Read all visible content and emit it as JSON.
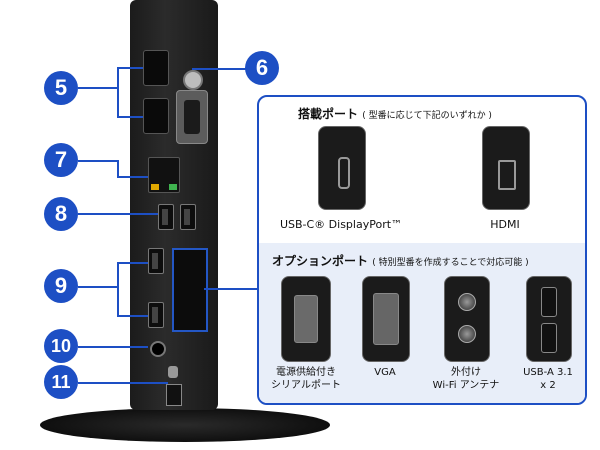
{
  "callouts": [
    "5",
    "6",
    "7",
    "8",
    "9",
    "10",
    "11"
  ],
  "panel": {
    "title_main": "搭載ポート",
    "title_note": "( 型番に応じて下記のいずれか )",
    "standard_ports": [
      "USB-C® DisplayPort™",
      "HDMI"
    ],
    "option_title_main": "オプションポート",
    "option_title_note": "( 特別型番を作成することで対応可能 )",
    "option_ports": [
      {
        "line1": "電源供給付き",
        "line2": "シリアルポート"
      },
      {
        "line1": "VGA",
        "line2": ""
      },
      {
        "line1": "外付け",
        "line2": "Wi-Fi アンテナ"
      },
      {
        "line1": "USB-A 3.1",
        "line2": "x 2"
      }
    ]
  },
  "colors": {
    "accent": "#1d4fc4"
  }
}
